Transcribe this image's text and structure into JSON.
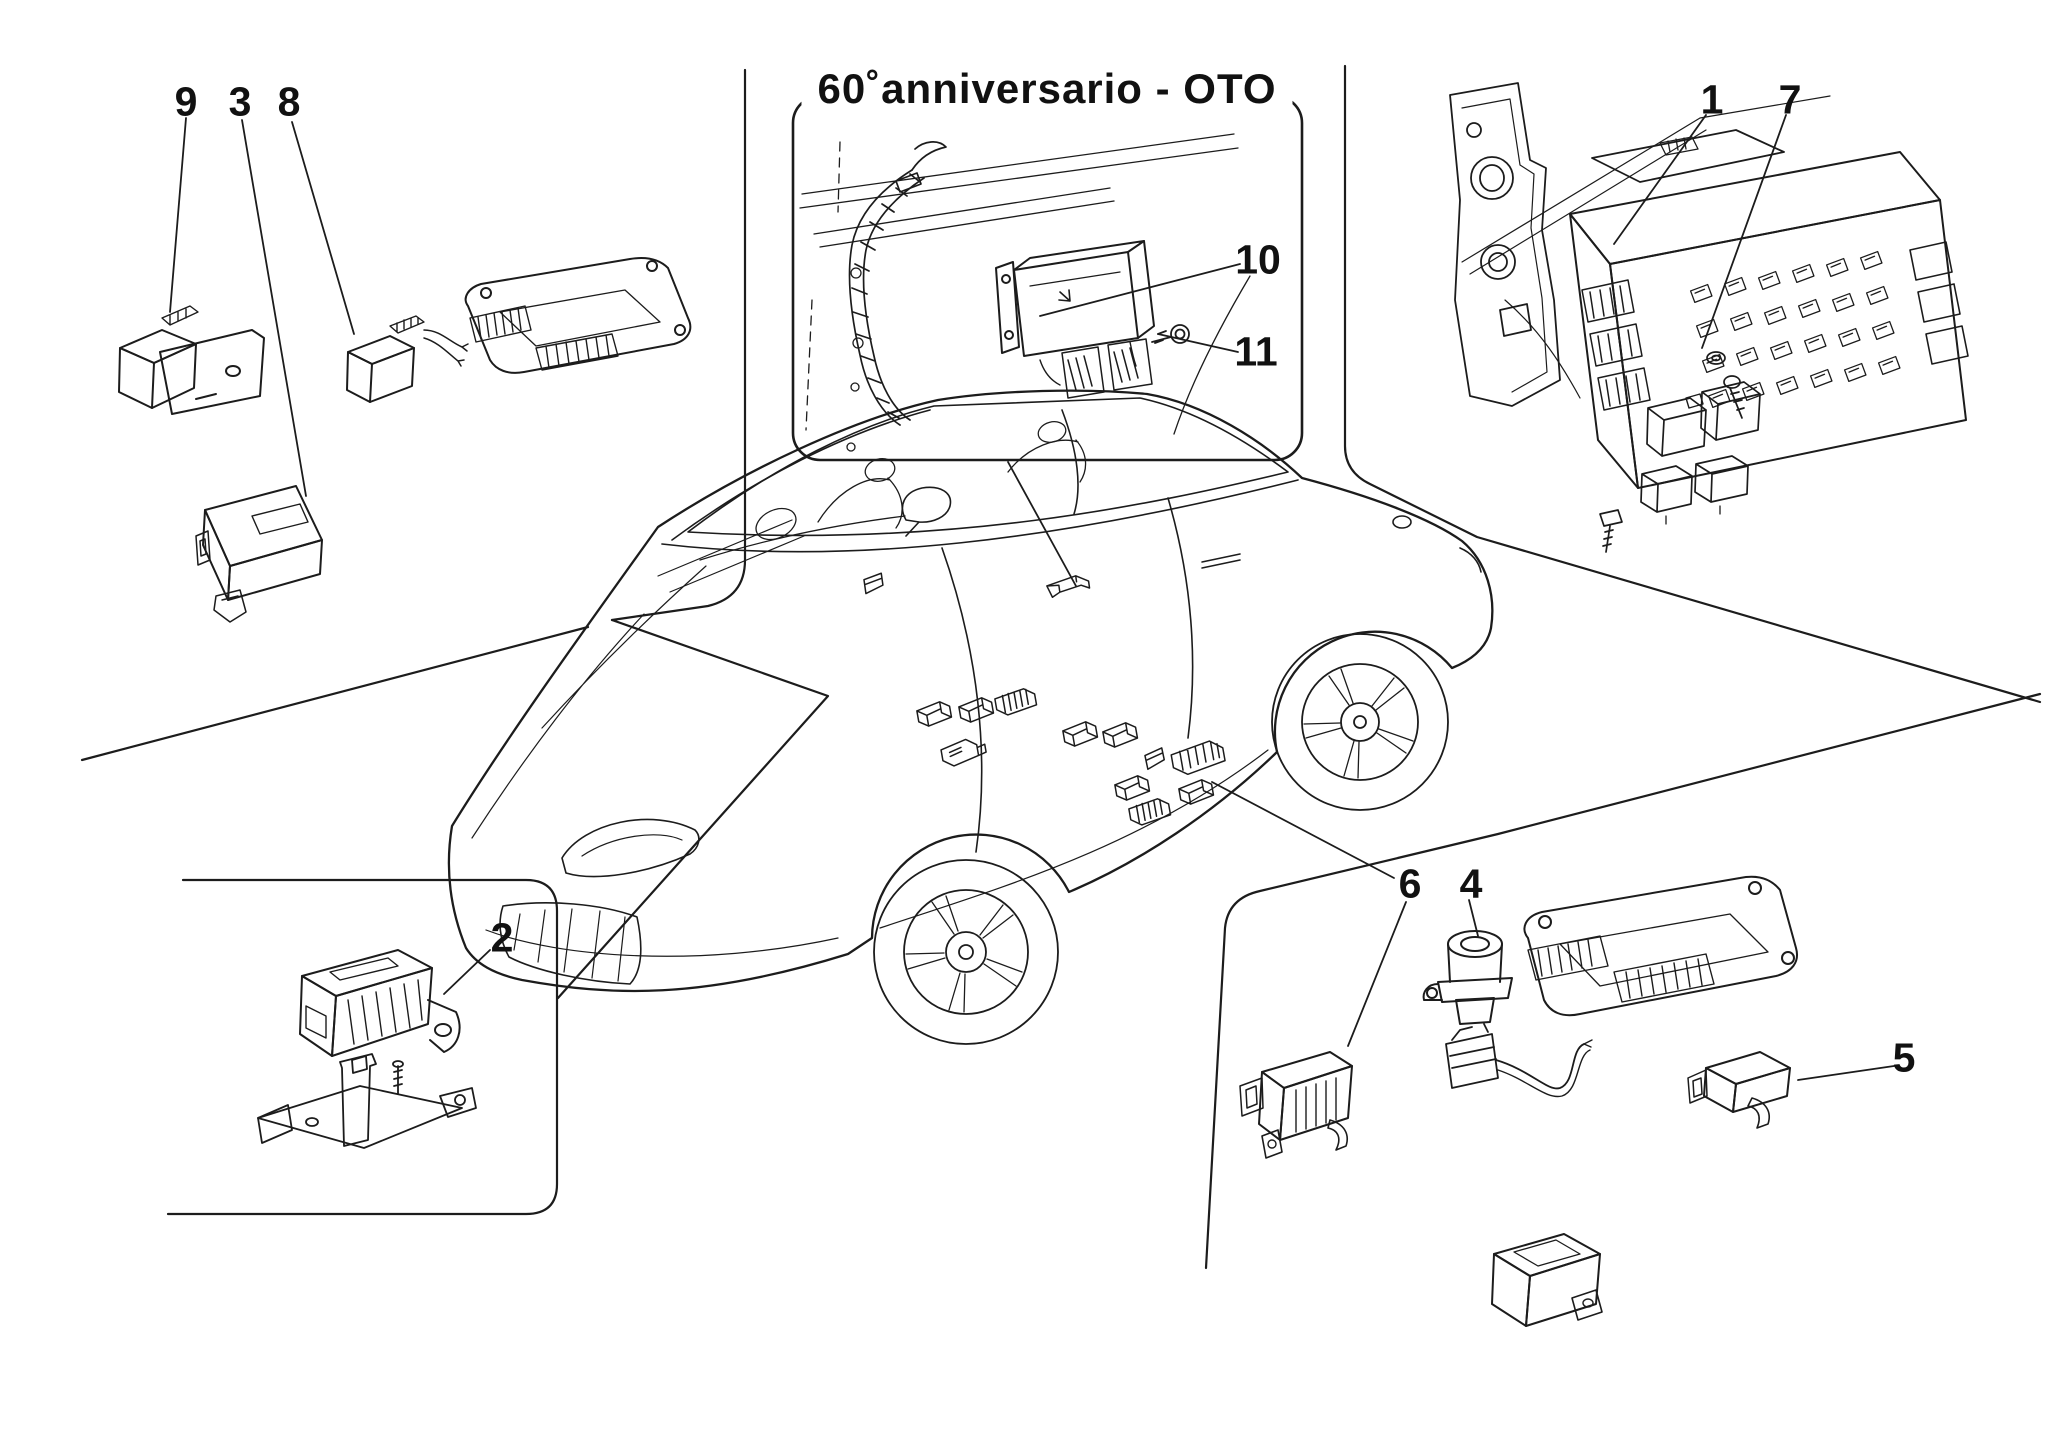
{
  "inset": {
    "title": "60˚anniversario - OTO"
  },
  "callouts": {
    "c1": "1",
    "c2": "2",
    "c3": "3",
    "c4": "4",
    "c5": "5",
    "c6": "6",
    "c7": "7",
    "c8": "8",
    "c9": "9",
    "c10": "10",
    "c11": "11"
  },
  "colors": {
    "line": "#1c1c1c",
    "background": "#ffffff"
  }
}
